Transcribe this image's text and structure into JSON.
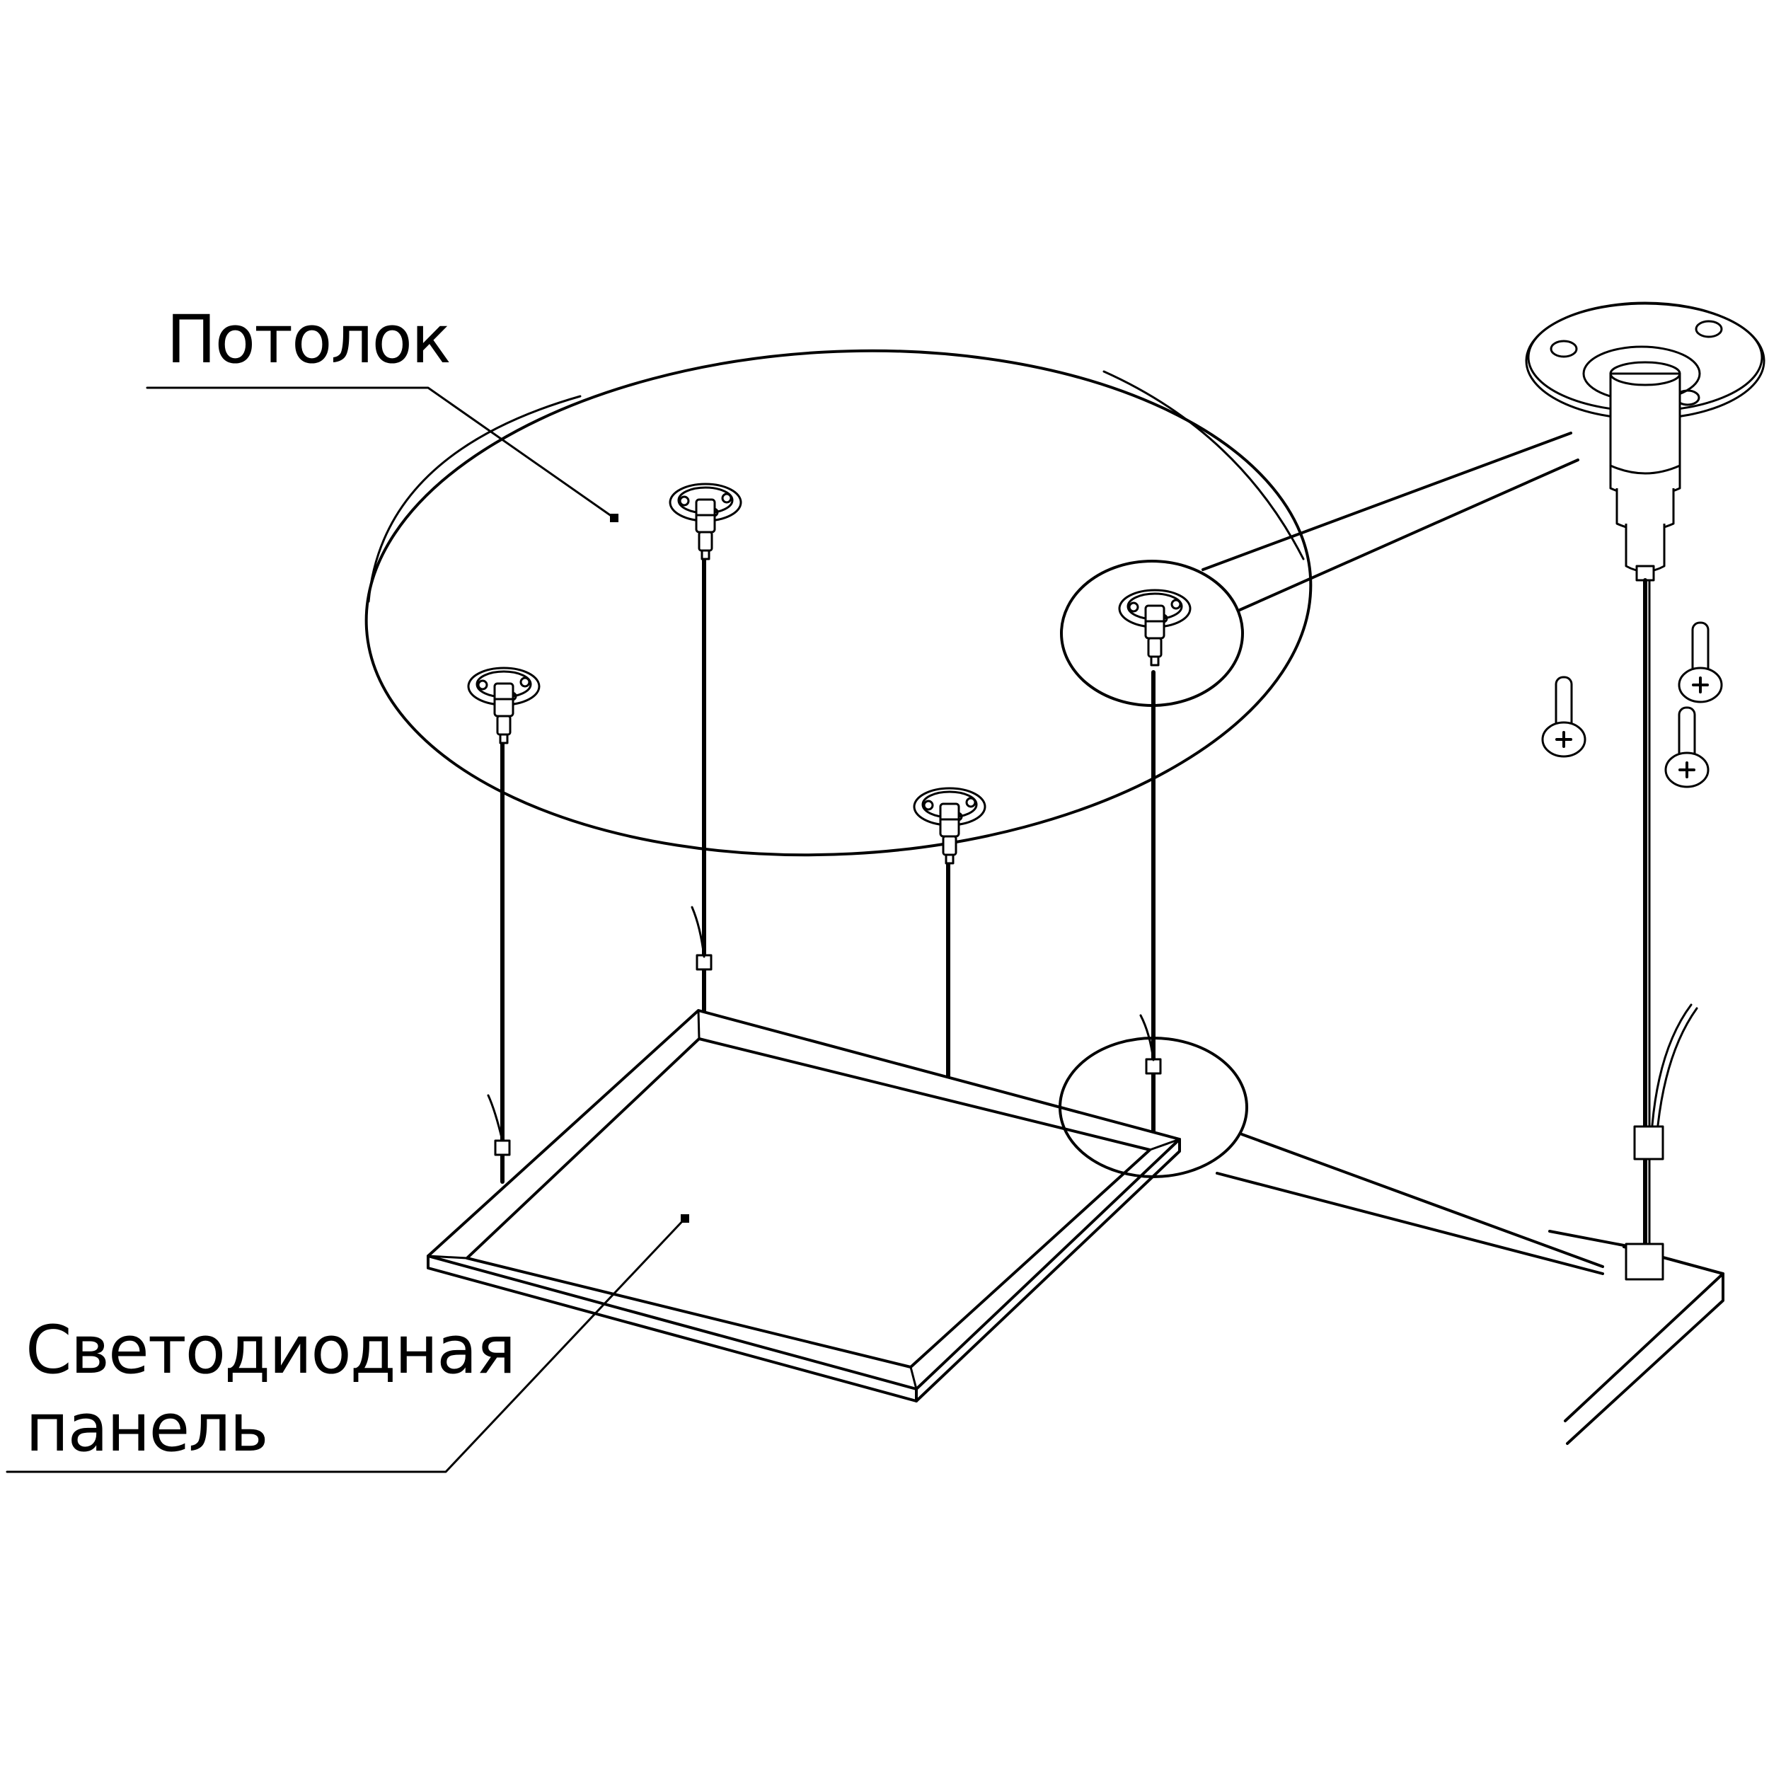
{
  "labels": {
    "ceiling": "Потолок",
    "panel_line1": "Светодиодная",
    "panel_line2": "панель"
  },
  "colors": {
    "ink": "#000000",
    "paper": "#ffffff"
  }
}
